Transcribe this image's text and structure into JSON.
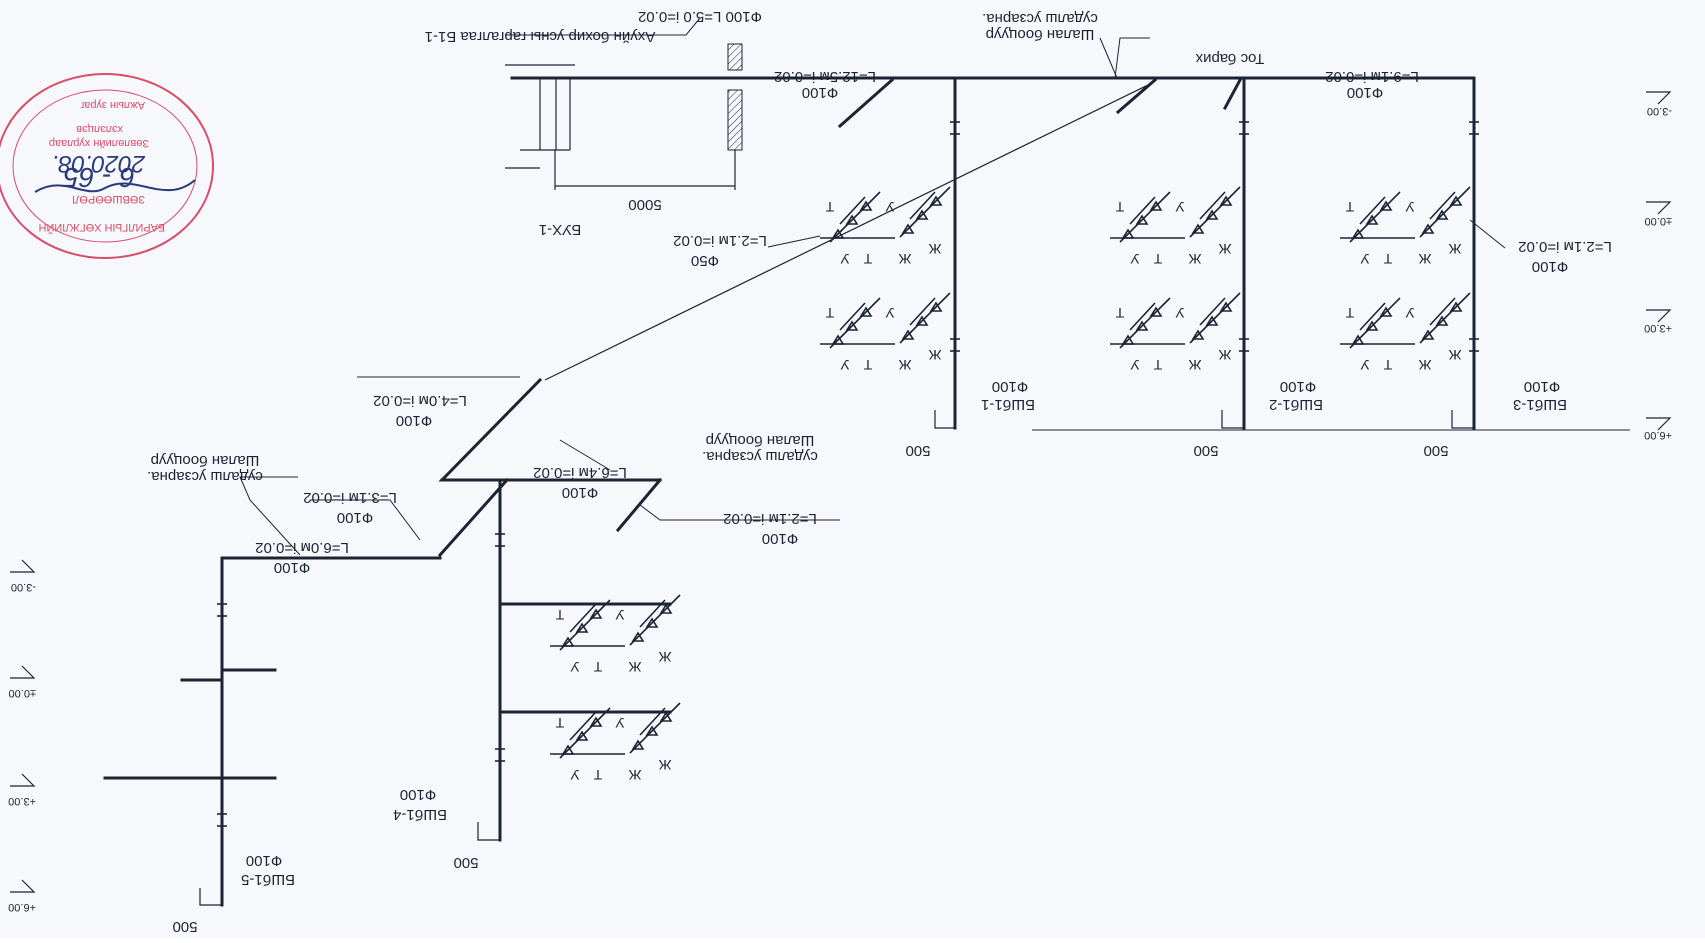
{
  "drawing": {
    "title_annotation": "Ахуйн бохир усны гаргалгаа Б1-1",
    "main_pipe_annotation": "Ф100 L=5.0 i=0.02",
    "hose_label": "Шалан бооцуур судалш усзарна.",
    "hose_label_line1": "Шалан бооцуур",
    "hose_label_line2": "судалш усзарна.",
    "tos_label": "Тос барих",
    "well_label": "БУХ-1",
    "well_distance": "5000"
  },
  "segments": [
    {
      "id": "seg-main-left",
      "label": "L=12.5м i=0.02",
      "dia": "Ф100"
    },
    {
      "id": "seg-main-right",
      "label": "L=9.1м i=0.02",
      "dia": "Ф100"
    },
    {
      "id": "seg-branch-left",
      "label": "L=2.1м i=0.02",
      "dia": "Ф50"
    },
    {
      "id": "seg-branch-right",
      "label": "L=2.1м i=0.02",
      "dia": "Ф100"
    },
    {
      "id": "seg-diag",
      "label": "L=4.0м i=0.02",
      "dia": "Ф100"
    },
    {
      "id": "seg-mid",
      "label": "L=6.4м i=0.02",
      "dia": "Ф100"
    },
    {
      "id": "seg-lower-branch",
      "label": "L=2.1м i=0.02",
      "dia": "Ф100"
    },
    {
      "id": "seg-short",
      "label": "L=3.1м i=0.02",
      "dia": "Ф100"
    },
    {
      "id": "seg-left",
      "label": "L=6.0м i=0.02",
      "dia": "Ф100"
    }
  ],
  "risers": [
    {
      "id": "БШб1-1",
      "dia": "Ф100",
      "base": "500"
    },
    {
      "id": "БШб1-2",
      "dia": "Ф100",
      "base": "500"
    },
    {
      "id": "БШб1-3",
      "dia": "Ф100",
      "base": "500"
    },
    {
      "id": "БШб1-4",
      "dia": "Ф100",
      "base": "500"
    },
    {
      "id": "БШб1-5",
      "dia": "Ф100",
      "base": "500"
    }
  ],
  "fixture_letters": {
    "t": "Т",
    "u": "У",
    "zh": "Ж"
  },
  "levels": [
    "-3.00",
    "±0.00",
    "+3.00",
    "+6.00"
  ],
  "stamp": {
    "number": "6 - 65",
    "date": "2020.08.",
    "lines": [
      "БАРИЛГЫН ХӨГЖЛИЙН",
      "ЗӨВШӨӨРӨЛ",
      "Зөвлөлийн хурлаар",
      "хэлэлцэв",
      "Ажлын зураг"
    ]
  },
  "colors": {
    "ink": "#1c2333",
    "stamp": "#d94c6a",
    "signature": "#2a3a7a"
  }
}
